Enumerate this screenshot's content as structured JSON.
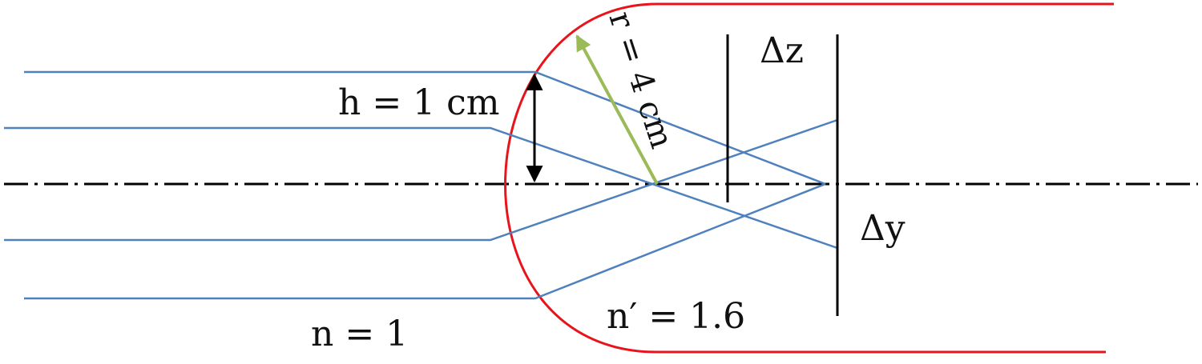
{
  "labels": {
    "height": "h = 1 cm",
    "radius": "r = 4 cm",
    "delta_z": "Δz",
    "delta_y": "Δy",
    "n_outside": "n = 1",
    "n_inside": "n′ = 1.6"
  },
  "colors": {
    "interface": "#e8141b",
    "rays": "#4f81bd",
    "radius_arrow": "#9bbb59",
    "axis": "#000000",
    "planes": "#000000"
  }
}
